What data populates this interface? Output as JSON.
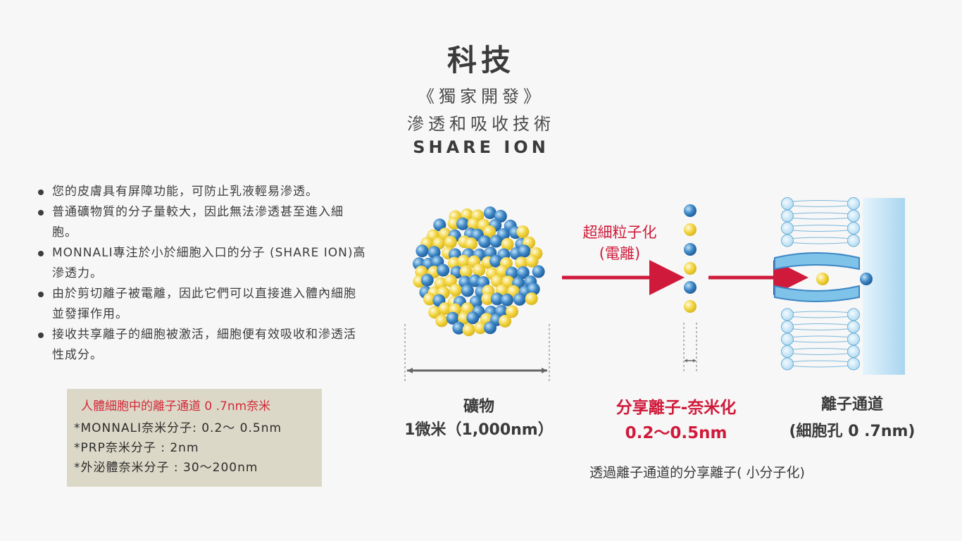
{
  "header": {
    "title": "科技",
    "subtitle_1": "《獨家開發》",
    "subtitle_2": "滲透和吸收技術",
    "subtitle_3": "SHARE ION"
  },
  "bullets": [
    "您的皮膚具有屏障功能，可防止乳液輕易滲透。",
    "普通礦物質的分子量較大，因此無法滲透甚至進入細胞。",
    " MONNALI專注於小於細胞入口的分子 (SHARE ION)高滲透力。",
    "由於剪切離子被電離，因此它們可以直接進入體內細胞並發揮作用。",
    "接收共享離子的細胞被激活，細胞便有效吸收和滲透活性成分。"
  ],
  "info_box": {
    "title": "人體細胞中的離子通道 0 .7nm奈米",
    "lines": [
      "*MONNALI奈米分子: 0.2～ 0.5nm",
      "*PRP奈米分子 : 2nm",
      "*外泌體奈米分子 : 30～200nm"
    ]
  },
  "diagram": {
    "ultra_fine_label_1": "超細粒子化",
    "ultra_fine_label_2": "(電離)",
    "mineral_name": "礦物",
    "mineral_size": "1微米（1,000nm）",
    "ion_name": "分享離子-奈米化",
    "ion_size": "0.2～0.5nm",
    "channel_name": "離子通道",
    "channel_size": "(細胞孔 0 .7nm)",
    "caption": "透過離子通道的分享離子( 小分子化)"
  },
  "colors": {
    "accent_red": "#d01a3b",
    "molecule_blue": "#3d86c6",
    "molecule_yellow": "#f2d440",
    "membrane_blue": "#bfe0f2",
    "info_box_bg": "#dcd8c7"
  }
}
